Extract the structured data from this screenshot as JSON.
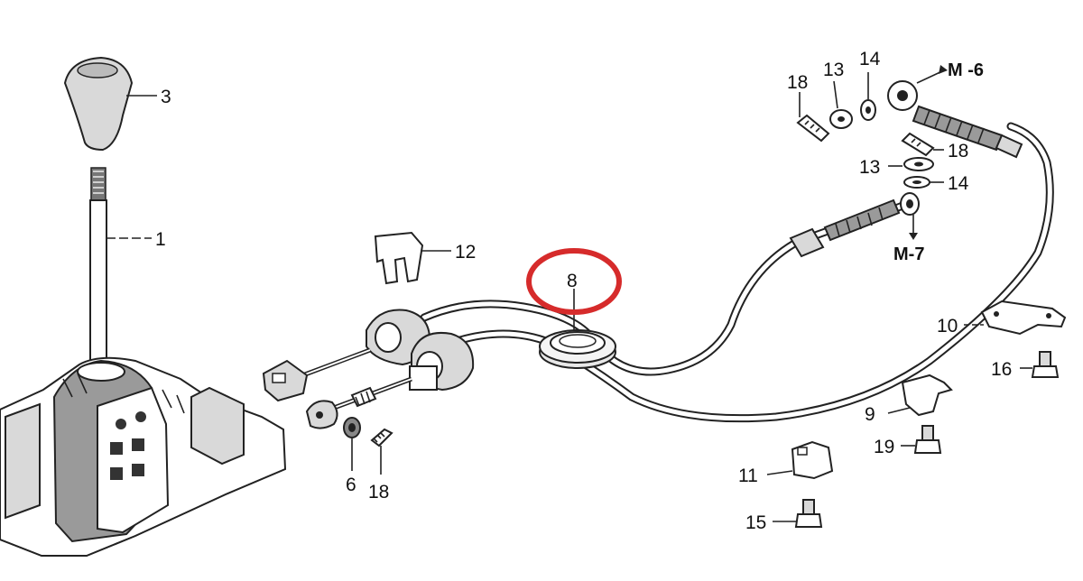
{
  "callouts": {
    "c1": "1",
    "c3": "3",
    "c6": "6",
    "c8": "8",
    "c9": "9",
    "c10": "10",
    "c11": "11",
    "c12": "12",
    "c13a": "13",
    "c13b": "13",
    "c14a": "14",
    "c14b": "14",
    "c15": "15",
    "c16": "16",
    "c18a": "18",
    "c18b": "18",
    "c18c": "18",
    "c19": "19"
  },
  "refs": {
    "m6": "M -6",
    "m7": "M-7"
  },
  "highlight": {
    "part": "8",
    "color": "#d62b2b"
  }
}
